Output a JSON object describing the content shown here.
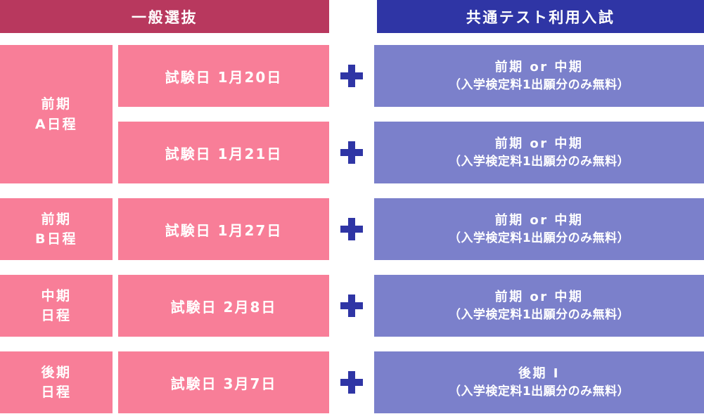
{
  "headers": {
    "left": "一般選抜",
    "right": "共通テスト利用入試"
  },
  "colors": {
    "header_left_bg": "#b8385e",
    "header_right_bg": "#2f35a5",
    "pink_cell_bg": "#f87e98",
    "purple_cell_bg": "#7b80cb",
    "plus_color": "#2f35a5",
    "text_color": "#ffffff",
    "page_bg": "#ffffff"
  },
  "plus_symbol": "+",
  "blocks": [
    {
      "stage_line1": "前期",
      "stage_line2": "A日程",
      "rows": [
        {
          "exam_date": "試験日 1月20日",
          "plus": "+",
          "common_main": "前期 or 中期",
          "common_sub": "（入学検定料1出願分のみ無料）"
        },
        {
          "exam_date": "試験日 1月21日",
          "plus": "+",
          "common_main": "前期 or 中期",
          "common_sub": "（入学検定料1出願分のみ無料）"
        }
      ]
    },
    {
      "stage_line1": "前期",
      "stage_line2": "B日程",
      "rows": [
        {
          "exam_date": "試験日 1月27日",
          "plus": "+",
          "common_main": "前期 or 中期",
          "common_sub": "（入学検定料1出願分のみ無料）"
        }
      ]
    },
    {
      "stage_line1": "中期",
      "stage_line2": "日程",
      "rows": [
        {
          "exam_date": "試験日 2月8日",
          "plus": "+",
          "common_main": "前期 or 中期",
          "common_sub": "（入学検定料1出願分のみ無料）"
        }
      ]
    },
    {
      "stage_line1": "後期",
      "stage_line2": "日程",
      "rows": [
        {
          "exam_date": "試験日 3月7日",
          "plus": "+",
          "common_main": "後期 Ⅰ",
          "common_sub": "（入学検定料1出願分のみ無料）"
        }
      ]
    }
  ]
}
